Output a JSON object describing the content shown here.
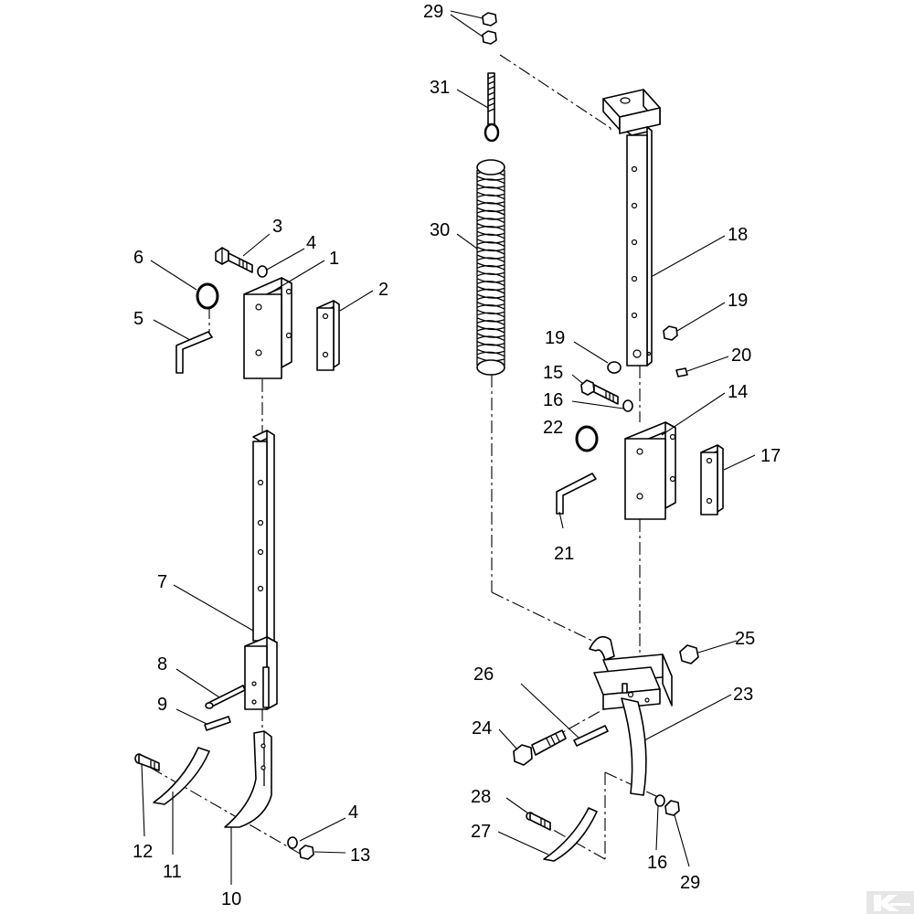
{
  "labels": {
    "l1": "1",
    "l2": "2",
    "l3": "3",
    "l4a": "4",
    "l4b": "4",
    "l5": "5",
    "l6": "6",
    "l7": "7",
    "l8": "8",
    "l9": "9",
    "l10": "10",
    "l11": "11",
    "l12": "12",
    "l13": "13",
    "l14": "14",
    "l15": "15",
    "l16a": "16",
    "l16b": "16",
    "l17": "17",
    "l18": "18",
    "l19a": "19",
    "l19b": "19",
    "l20": "20",
    "l21": "21",
    "l22": "22",
    "l23": "23",
    "l24": "24",
    "l25": "25",
    "l26": "26",
    "l27": "27",
    "l28": "28",
    "l29a": "29",
    "l29b": "29",
    "l30": "30",
    "l31": "31"
  },
  "logo": "K",
  "colors": {
    "line": "#000000",
    "background": "#ffffff",
    "logo": "#e6e6e6"
  }
}
